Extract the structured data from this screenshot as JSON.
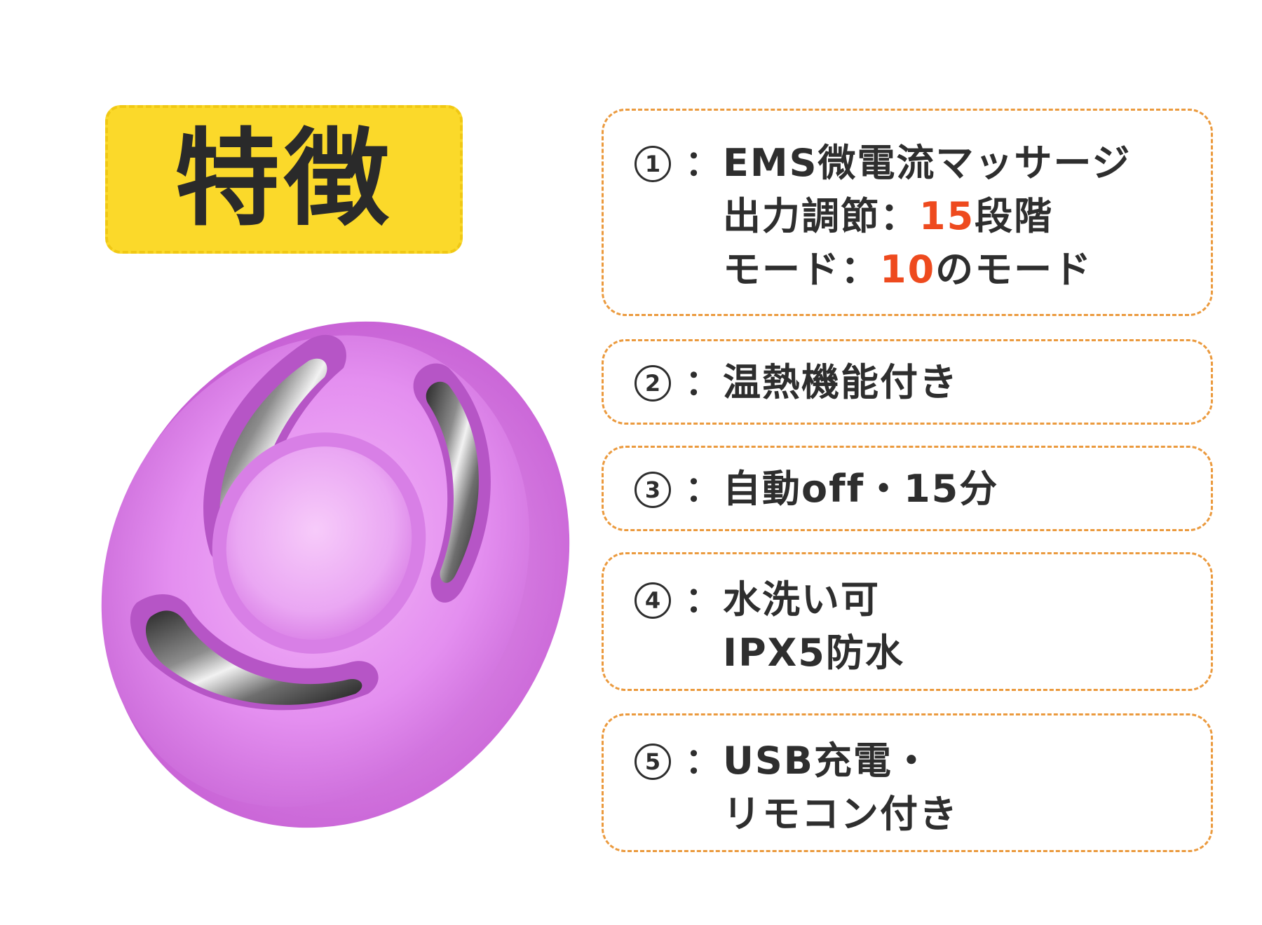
{
  "title": "特徴",
  "colors": {
    "title_bg": "#fbd92a",
    "box_border": "#eb9a3e",
    "accent": "#ee4a1e",
    "device_pink": "#e48ff0"
  },
  "features": [
    {
      "number": "1",
      "line1": "EMS微電流マッサージ",
      "line2_prefix": "出力調節：",
      "line2_value": "15",
      "line2_suffix": "段階",
      "line3_prefix": "モード：",
      "line3_value": "10",
      "line3_suffix": "のモード"
    },
    {
      "number": "2",
      "line1": "温熱機能付き"
    },
    {
      "number": "3",
      "line1": "自動off・15分"
    },
    {
      "number": "4",
      "line1": "水洗い可",
      "line2": "IPX5防水"
    },
    {
      "number": "5",
      "line1": "USB充電・",
      "line2": "リモコン付き"
    }
  ]
}
